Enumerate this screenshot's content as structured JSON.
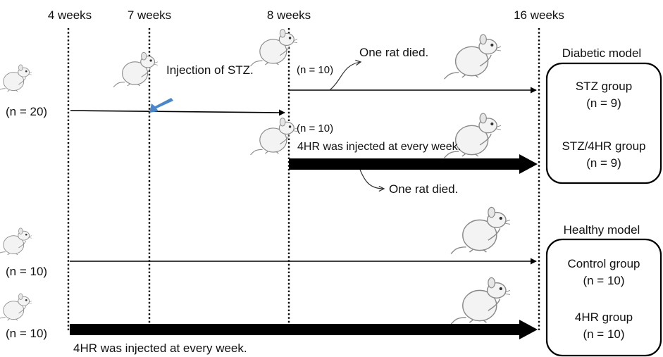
{
  "timeline": {
    "weeks": [
      "4 weeks",
      "7 weeks",
      "8 weeks",
      "16 weeks"
    ]
  },
  "start_groups": {
    "diabetic_n": "(n = 20)",
    "control_n": "(n = 10)",
    "hr_n": "(n = 10)"
  },
  "annotations": {
    "injection_stz": "Injection of STZ.",
    "split_stz_n": "(n = 10)",
    "split_4hr_n": "(n = 10)",
    "rat_died_stz": "One rat died.",
    "rat_died_4hr": "One rat died.",
    "hr_injection_diabetic": "4HR was injected at every week.",
    "hr_injection_healthy": "4HR was injected at every week."
  },
  "models": {
    "diabetic": {
      "title": "Diabetic model",
      "groups": [
        {
          "name": "STZ group",
          "n": "(n = 9)"
        },
        {
          "name": "STZ/4HR group",
          "n": "(n = 9)"
        }
      ]
    },
    "healthy": {
      "title": "Healthy model",
      "groups": [
        {
          "name": "Control group",
          "n": "(n = 10)"
        },
        {
          "name": "4HR group",
          "n": "(n = 10)"
        }
      ]
    }
  },
  "colors": {
    "line": "#000000",
    "injection_arrow": "#4a86c8",
    "rat_fill": "#f3f3f3",
    "rat_stroke": "#8a8a8a"
  },
  "icons": [
    "rat-icon",
    "injection-arrow-icon"
  ]
}
